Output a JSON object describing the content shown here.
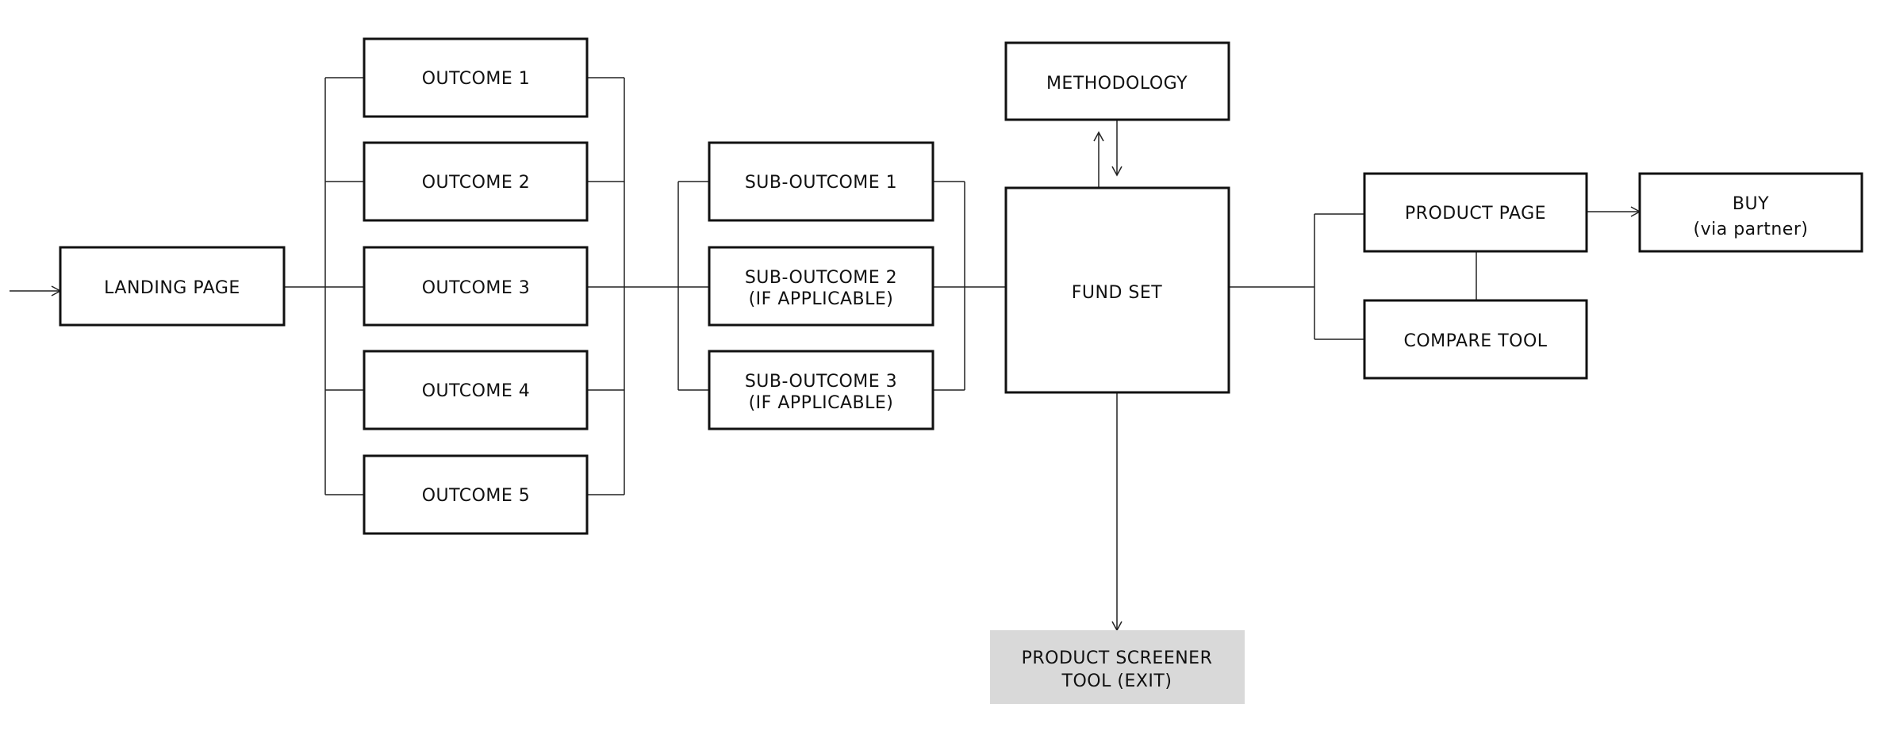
{
  "nodes": {
    "landing": "LANDING PAGE",
    "outcomes": [
      "OUTCOME 1",
      "OUTCOME 2",
      "OUTCOME 3",
      "OUTCOME 4",
      "OUTCOME 5"
    ],
    "sub_outcomes": [
      {
        "line1": "SUB-OUTCOME 1",
        "line2": ""
      },
      {
        "line1": "SUB-OUTCOME 2",
        "line2": "(IF APPLICABLE)"
      },
      {
        "line1": "SUB-OUTCOME 3",
        "line2": "(IF APPLICABLE)"
      }
    ],
    "methodology": "METHODOLOGY",
    "fund_set": "FUND SET",
    "product_page": "PRODUCT PAGE",
    "compare_tool": "COMPARE TOOL",
    "buy": {
      "line1": "BUY",
      "line2": "(via partner)"
    },
    "screener": {
      "line1": "PRODUCT SCREENER",
      "line2": "TOOL (EXIT)"
    }
  },
  "colors": {
    "exit_fill": "#d9d9d9",
    "stroke": "#111111"
  }
}
